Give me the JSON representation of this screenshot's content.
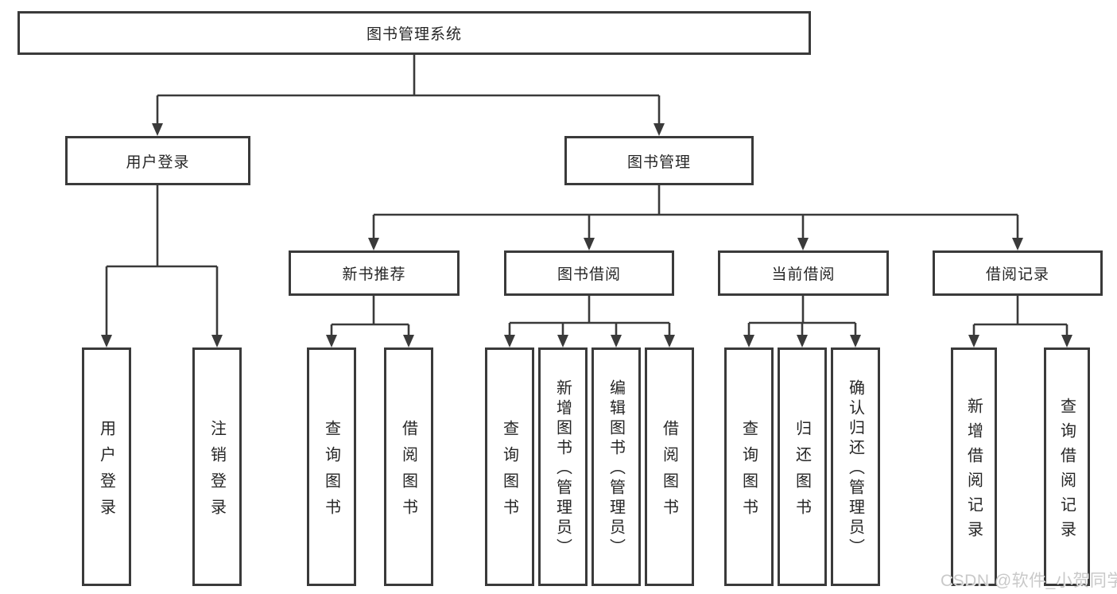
{
  "diagram": {
    "tree": {
      "label": "图书管理系统",
      "children": [
        {
          "label": "用户登录",
          "children": [
            {
              "label": "用户登录"
            },
            {
              "label": "注销登录"
            }
          ]
        },
        {
          "label": "图书管理",
          "children": [
            {
              "label": "新书推荐",
              "children": [
                {
                  "label": "查询图书"
                },
                {
                  "label": "借阅图书"
                }
              ]
            },
            {
              "label": "图书借阅",
              "children": [
                {
                  "label": "查询图书"
                },
                {
                  "label": "新增图书（管理员）"
                },
                {
                  "label": "编辑图书（管理员）"
                },
                {
                  "label": "借阅图书"
                }
              ]
            },
            {
              "label": "当前借阅",
              "children": [
                {
                  "label": "查询图书"
                },
                {
                  "label": "归还图书"
                },
                {
                  "label": "确认归还（管理员）"
                }
              ]
            },
            {
              "label": "借阅记录",
              "children": [
                {
                  "label": "新增借阅记录"
                },
                {
                  "label": "查询借阅记录"
                }
              ]
            }
          ]
        }
      ]
    },
    "colors": {
      "line": "#3a3a3a",
      "text": "#262626",
      "background": "#ffffff"
    }
  },
  "watermark": {
    "text": "CSDN @软件_小贺同学",
    "color": "#c9c9c9"
  }
}
